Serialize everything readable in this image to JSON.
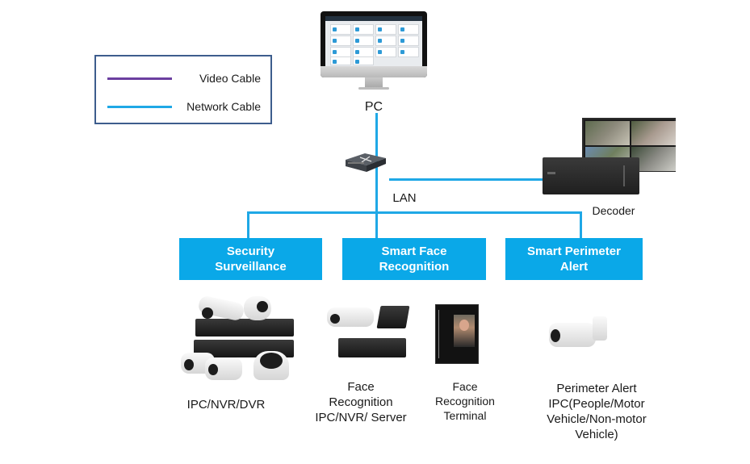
{
  "legend": {
    "items": [
      {
        "label": "Video Cable",
        "color": "#6b3fa0"
      },
      {
        "label": "Network Cable",
        "color": "#1fa8e6"
      }
    ]
  },
  "nodes": {
    "pc": {
      "label": "PC",
      "icon": "desktop-monitor-icon"
    },
    "lan": {
      "label": "LAN",
      "icon": "network-switch-icon"
    },
    "decoder": {
      "label": "Decoder",
      "icon": "decoder-icon"
    }
  },
  "categories": [
    {
      "line1": "Security",
      "line2": "Surveillance",
      "color": "#0aa8e8"
    },
    {
      "line1": "Smart Face",
      "line2": "Recognition",
      "color": "#0aa8e8"
    },
    {
      "line1": "Smart Perimeter",
      "line2": "Alert",
      "color": "#0aa8e8"
    }
  ],
  "devices": {
    "ipc_nvr_dvr": {
      "lines": [
        "IPC/NVR/DVR"
      ]
    },
    "face_ipc": {
      "lines": [
        "Face",
        "Recognition",
        "IPC/NVR/ Server"
      ]
    },
    "face_terminal": {
      "lines": [
        "Face",
        "Recognition",
        "Terminal"
      ]
    },
    "perimeter": {
      "lines": [
        "Perimeter Alert",
        "IPC(People/Motor",
        "Vehicle/Non-motor",
        "Vehicle)"
      ]
    }
  }
}
